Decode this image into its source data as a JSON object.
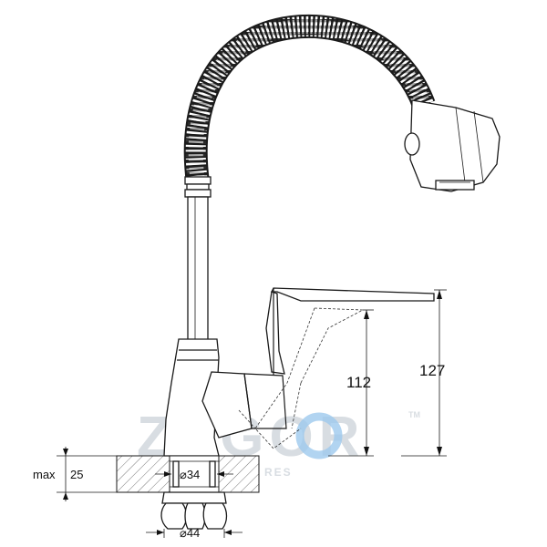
{
  "watermark": {
    "brand": "ZEGOR",
    "trademark": "TM",
    "subtext": "RES",
    "color": "#d8dde2",
    "accent": "#9ec9ee"
  },
  "dimensions": {
    "total_height": "127",
    "spout_height": "112",
    "max_thickness_label": "max",
    "max_thickness_value": "25",
    "mount_diameter": "⌀34",
    "base_diameter": "⌀44"
  },
  "colors": {
    "line": "#1a1a1a",
    "hatch": "#555555"
  }
}
